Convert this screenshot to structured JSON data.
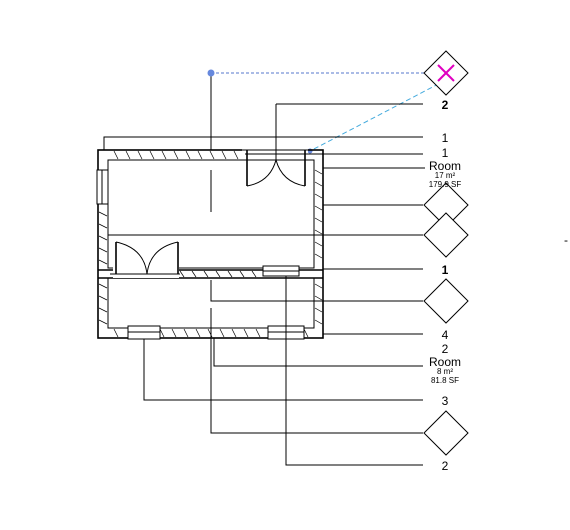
{
  "view_label": "-",
  "tags": {
    "section_top": "2",
    "wall_top_1": "1",
    "wall_top_2": "1",
    "wall_mid": "1",
    "wall_lower": "4",
    "wall_bottom_2": "2",
    "window_bottom": "3",
    "door_bottom": "2"
  },
  "rooms": [
    {
      "name": "Room",
      "area_m2": "17 m²",
      "area_sf": "179.9 SF"
    },
    {
      "name": "Room",
      "area_m2": "8 m²",
      "area_sf": "81.8 SF"
    }
  ],
  "colors": {
    "section_marker": "#e000c0",
    "dashed_leader": "#44aadd",
    "control_point": "#6688dd"
  }
}
